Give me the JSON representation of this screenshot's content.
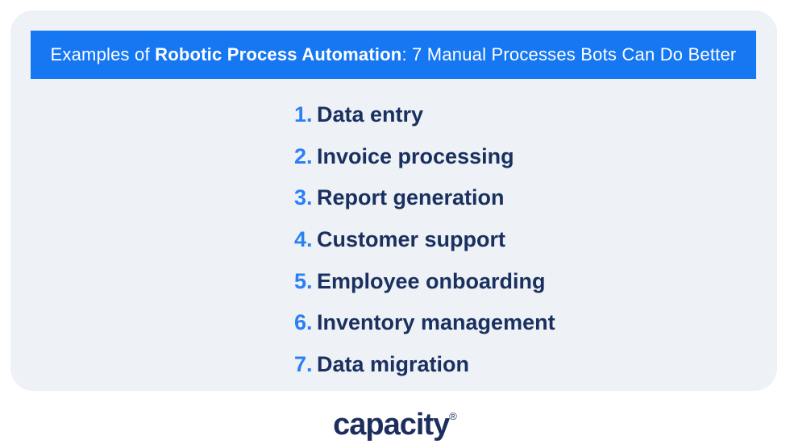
{
  "colors": {
    "page_background": "#ffffff",
    "card_background": "#eef1f6",
    "banner_background": "#1677f2",
    "banner_text": "#ffffff",
    "list_number": "#2b80f2",
    "list_text": "#1a3160",
    "logo": "#1d2e5e"
  },
  "banner": {
    "text_prefix": "Examples of ",
    "text_bold": "Robotic Process Automation",
    "text_suffix": ": 7 Manual Processes Bots Can Do Better"
  },
  "list": {
    "items": [
      {
        "number": "1.",
        "label": "Data entry"
      },
      {
        "number": "2.",
        "label": "Invoice processing"
      },
      {
        "number": "3.",
        "label": "Report generation"
      },
      {
        "number": "4.",
        "label": "Customer support"
      },
      {
        "number": "5.",
        "label": "Employee onboarding"
      },
      {
        "number": "6.",
        "label": "Inventory management"
      },
      {
        "number": "7.",
        "label": "Data migration"
      }
    ]
  },
  "footer": {
    "logo_text": "capacity",
    "logo_mark": "®"
  }
}
